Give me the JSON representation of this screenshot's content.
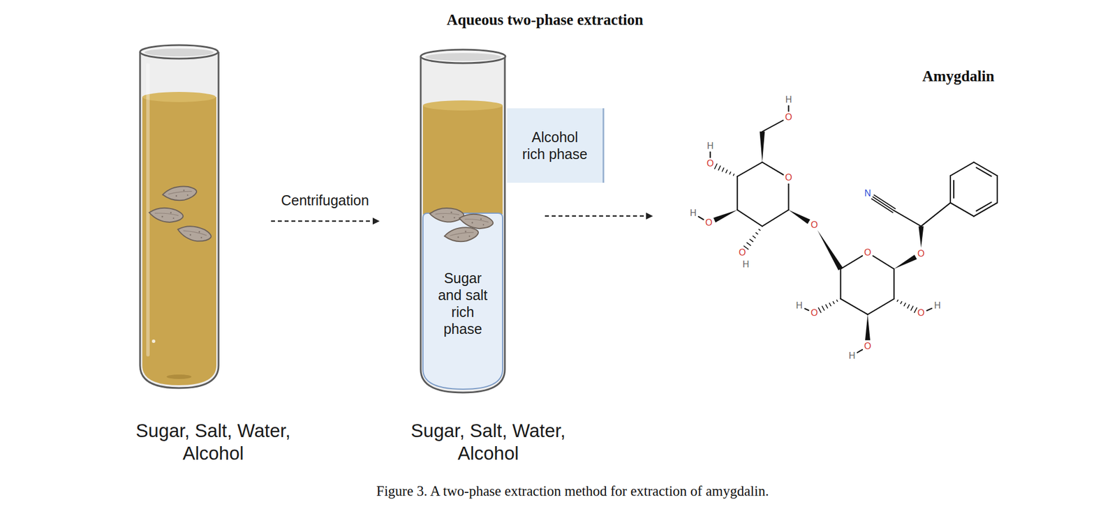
{
  "diagram": {
    "title": "Aqueous two-phase extraction",
    "caption": "Figure 3. A two-phase extraction method for extraction of amygdalin.",
    "nodes": [
      {
        "text": [
          "Sugar, Salt, Water, Alcohol"
        ]
      },
      {
        "text": [
          "Sugar, Salt, Water, Alcohol"
        ]
      },
      {
        "text": [
          "Alcohol rich phase"
        ]
      },
      {
        "text": [
          "Sugar and salt rich phase"
        ],
        "in": 1
      },
      {
        "text": [
          "Amygdalin"
        ]
      }
    ],
    "edges": [
      {
        "from": 0,
        "to": 1,
        "label": "Centrifugation",
        "arrow": "to"
      },
      {
        "from": 1,
        "to": 4,
        "arrow": "to"
      }
    ],
    "labels": [
      "H",
      "O",
      "H",
      "O",
      "O",
      "H",
      "O",
      "O",
      "H",
      "O",
      "N",
      "O",
      "O",
      "H",
      "O",
      "O",
      "H",
      "O",
      "H"
    ]
  }
}
